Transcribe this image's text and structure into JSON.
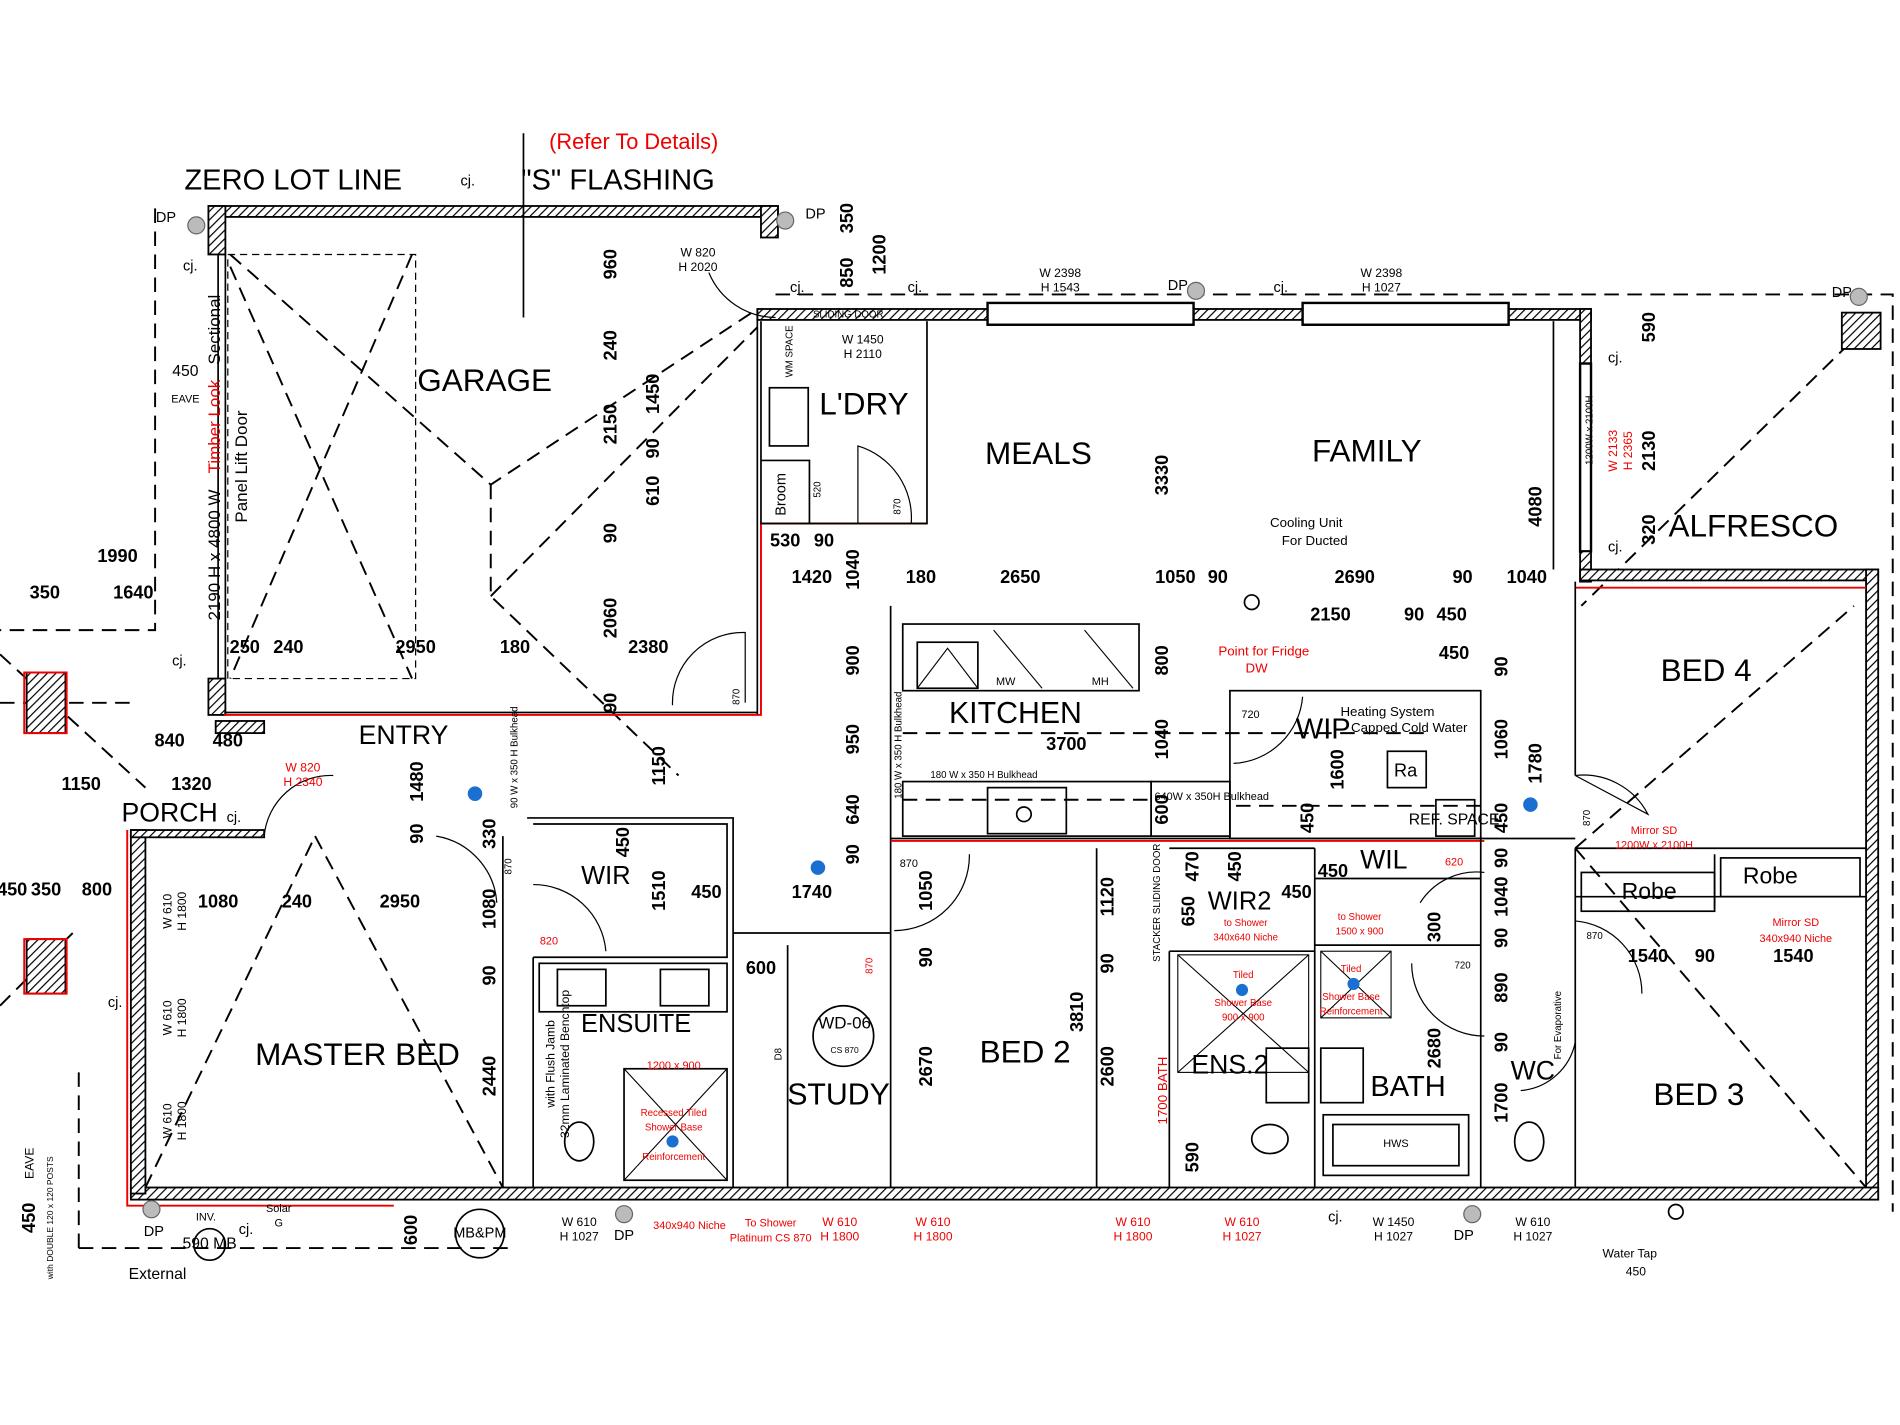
{
  "colors": {
    "ink": "#000000",
    "accent_red": "#e00000",
    "fixture_blue": "#1a6fd0",
    "downpipe_grey": "#bbbbbb"
  },
  "headings": {
    "zero_lot_line": "ZERO LOT LINE",
    "s_flashing": "\"S\" FLASHING",
    "refer_details": "(Refer To Details)"
  },
  "rooms": [
    "GARAGE",
    "L'DRY",
    "MEALS",
    "FAMILY",
    "ALFRESCO",
    "KITCHEN",
    "ENTRY",
    "PORCH",
    "WIP",
    "WIL",
    "WIR",
    "WIR2",
    "ENSUITE",
    "MASTER BED",
    "STUDY",
    "BED 2",
    "ENS.2",
    "BATH",
    "WC",
    "BED 3",
    "BED 4",
    "Robe",
    "Robe"
  ],
  "dims": [
    "1990",
    "350",
    "1640",
    "250",
    "240",
    "2950",
    "180",
    "2380",
    "530",
    "90",
    "1420",
    "180",
    "2650",
    "1050",
    "90",
    "2690",
    "90",
    "1040",
    "2150",
    "90",
    "450",
    "450",
    "3700",
    "840",
    "480",
    "1150",
    "1320",
    "450",
    "350",
    "800",
    "1080",
    "240",
    "2950",
    "450",
    "1740",
    "600",
    "450",
    "450",
    "1540",
    "90",
    "1540",
    "350",
    "850",
    "1200",
    "960",
    "240",
    "2150",
    "1450",
    "90",
    "610",
    "90",
    "2060",
    "90",
    "1040",
    "900",
    "950",
    "640",
    "90",
    "1480",
    "90",
    "330",
    "1080",
    "90",
    "2440",
    "1510",
    "450",
    "1150",
    "1050",
    "90",
    "2670",
    "3330",
    "800",
    "1040",
    "600",
    "1120",
    "90",
    "2600",
    "3810",
    "470",
    "650",
    "450",
    "590",
    "1600",
    "450",
    "300",
    "2680",
    "4080",
    "90",
    "1060",
    "450",
    "90",
    "1040",
    "90",
    "890",
    "90",
    "1700",
    "1780",
    "590",
    "2130",
    "320",
    "600",
    "450"
  ],
  "windows": [
    {
      "w": "W 610",
      "h": "H 1027"
    },
    {
      "w": "W 610",
      "h": "H 1800"
    },
    {
      "w": "W 610",
      "h": "H 1800"
    },
    {
      "w": "W 610",
      "h": "H 1800"
    },
    {
      "w": "W 610",
      "h": "H 1027"
    },
    {
      "w": "W 1450",
      "h": "H 1027"
    },
    {
      "w": "W 610",
      "h": "H 1027"
    },
    {
      "w": "W 2398",
      "h": "H 1543"
    },
    {
      "w": "W 2398",
      "h": "H 1027"
    },
    {
      "w": "W 820",
      "h": "H 2020"
    },
    {
      "w": "W 1450",
      "h": "H 2110"
    },
    {
      "w": "W 2133",
      "h": "H 2365"
    },
    {
      "w": "W 610",
      "h": "H 1800"
    },
    {
      "w": "W 610",
      "h": "H 1800"
    },
    {
      "w": "W 610",
      "h": "H 1800"
    },
    {
      "w": "W 820",
      "h": "H 2340"
    }
  ],
  "notes": [
    "2190 H x 4800 W",
    "Timber Look",
    "Sectional",
    "Panel Lift Door",
    "450",
    "EAVE",
    "DP",
    "DP",
    "DP",
    "DP",
    "DP",
    "DP",
    "DP",
    "cj.",
    "cj.",
    "cj.",
    "cj.",
    "cj.",
    "cj.",
    "cj.",
    "cj.",
    "cj.",
    "cj.",
    "cj.",
    "cj.",
    "SLIDING DOOR",
    "WM SPACE",
    "Broom",
    "520",
    "870",
    "870",
    "870",
    "870",
    "870",
    "870",
    "820",
    "620",
    "720",
    "720",
    "870",
    "For Evaporative",
    "Cooling Unit",
    "For Ducted",
    "Heating System",
    "Capped Cold Water",
    "Point for Fridge",
    "DW",
    "MW",
    "MH",
    "Ra",
    "REF. SPACE",
    "640W x 350H Bulkhead",
    "180 W x 350 H Bulkhead",
    "180 W x 350 H Bulkhead",
    "90 W x 350 H Bulkhead",
    "STACKER SLIDING DOOR",
    "1200W x 2100H",
    "Mirror SD",
    "1200W x 2100H",
    "Mirror SD",
    "340x940 Niche",
    "to Shower",
    "340x640 Niche",
    "to Shower",
    "1500 x 900",
    "Tiled",
    "Shower Base",
    "900 x 900",
    "Tiled",
    "Shower Base",
    "Reinforcement",
    "1200 x 900",
    "Recessed Tiled",
    "Shower Base",
    "Reinforcement",
    "340x940 Niche",
    "To Shower",
    "Platinum CS 870",
    "with Flush Jamb",
    "32mm Laminated Benchtop",
    "D8",
    "WD-06",
    "CS 870",
    "1700 BATH",
    "HWS",
    "MB&PM",
    "INV.",
    "Solar",
    "G",
    "590 MB",
    "External",
    "Water Tap",
    "450",
    "EAVE",
    "with DOUBLE 120 x 120 POSTS"
  ]
}
